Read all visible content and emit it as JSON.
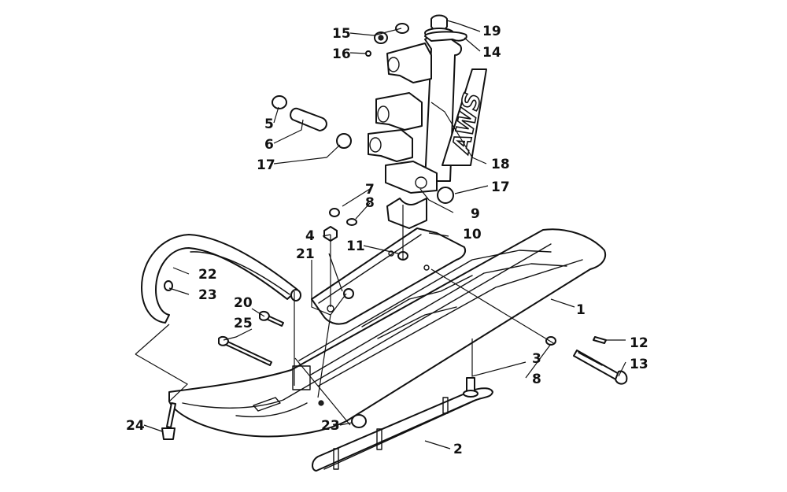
{
  "diagram": {
    "decal_text": "AWS",
    "callouts": [
      {
        "id": "c15",
        "label": "15"
      },
      {
        "id": "c16",
        "label": "16"
      },
      {
        "id": "c19",
        "label": "19"
      },
      {
        "id": "c14",
        "label": "14"
      },
      {
        "id": "c5",
        "label": "5"
      },
      {
        "id": "c6",
        "label": "6"
      },
      {
        "id": "c17a",
        "label": "17"
      },
      {
        "id": "c18",
        "label": "18"
      },
      {
        "id": "c17b",
        "label": "17"
      },
      {
        "id": "c7",
        "label": "7"
      },
      {
        "id": "c8a",
        "label": "8"
      },
      {
        "id": "c9",
        "label": "9"
      },
      {
        "id": "c4",
        "label": "4"
      },
      {
        "id": "c11",
        "label": "11"
      },
      {
        "id": "c10",
        "label": "10"
      },
      {
        "id": "c21",
        "label": "21"
      },
      {
        "id": "c22",
        "label": "22"
      },
      {
        "id": "c23a",
        "label": "23"
      },
      {
        "id": "c1",
        "label": "1"
      },
      {
        "id": "c20",
        "label": "20"
      },
      {
        "id": "c25",
        "label": "25"
      },
      {
        "id": "c12",
        "label": "12"
      },
      {
        "id": "c3",
        "label": "3"
      },
      {
        "id": "c13",
        "label": "13"
      },
      {
        "id": "c8b",
        "label": "8"
      },
      {
        "id": "c24",
        "label": "24"
      },
      {
        "id": "c23b",
        "label": "23"
      },
      {
        "id": "c2",
        "label": "2"
      }
    ]
  }
}
